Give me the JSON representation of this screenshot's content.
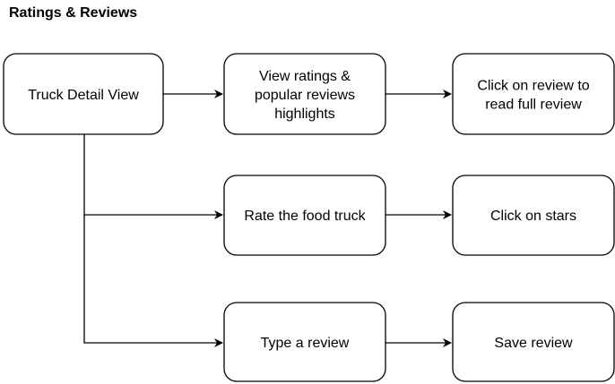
{
  "title": "Ratings & Reviews",
  "nodes": {
    "truck_detail": [
      "Truck Detail View"
    ],
    "view_ratings": [
      "View ratings &",
      "popular reviews",
      "highlights"
    ],
    "click_review": [
      "Click on review to",
      "read full review"
    ],
    "rate_truck": [
      "Rate the food truck"
    ],
    "click_stars": [
      "Click on stars"
    ],
    "type_review": [
      "Type a review"
    ],
    "save_review": [
      "Save review"
    ]
  },
  "colors": {
    "stroke": "#000000",
    "fill": "#ffffff",
    "text": "#000000"
  }
}
